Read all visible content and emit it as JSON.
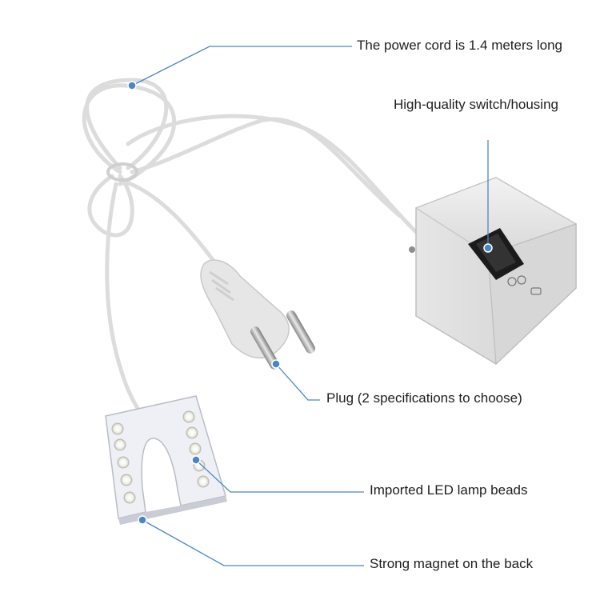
{
  "image": {
    "background": "#ffffff",
    "leader_line_color": "#4a86c5",
    "product_color": "#e8e8e8"
  },
  "callouts": [
    {
      "id": "power-cord",
      "text": "The power cord is 1.4 meters long"
    },
    {
      "id": "switch-housing",
      "text": "High-quality switch/housing"
    },
    {
      "id": "plug",
      "text": "Plug (2 specifications to choose)"
    },
    {
      "id": "led-beads",
      "text": "Imported LED lamp beads"
    },
    {
      "id": "magnet",
      "text": "Strong magnet on the back"
    }
  ]
}
